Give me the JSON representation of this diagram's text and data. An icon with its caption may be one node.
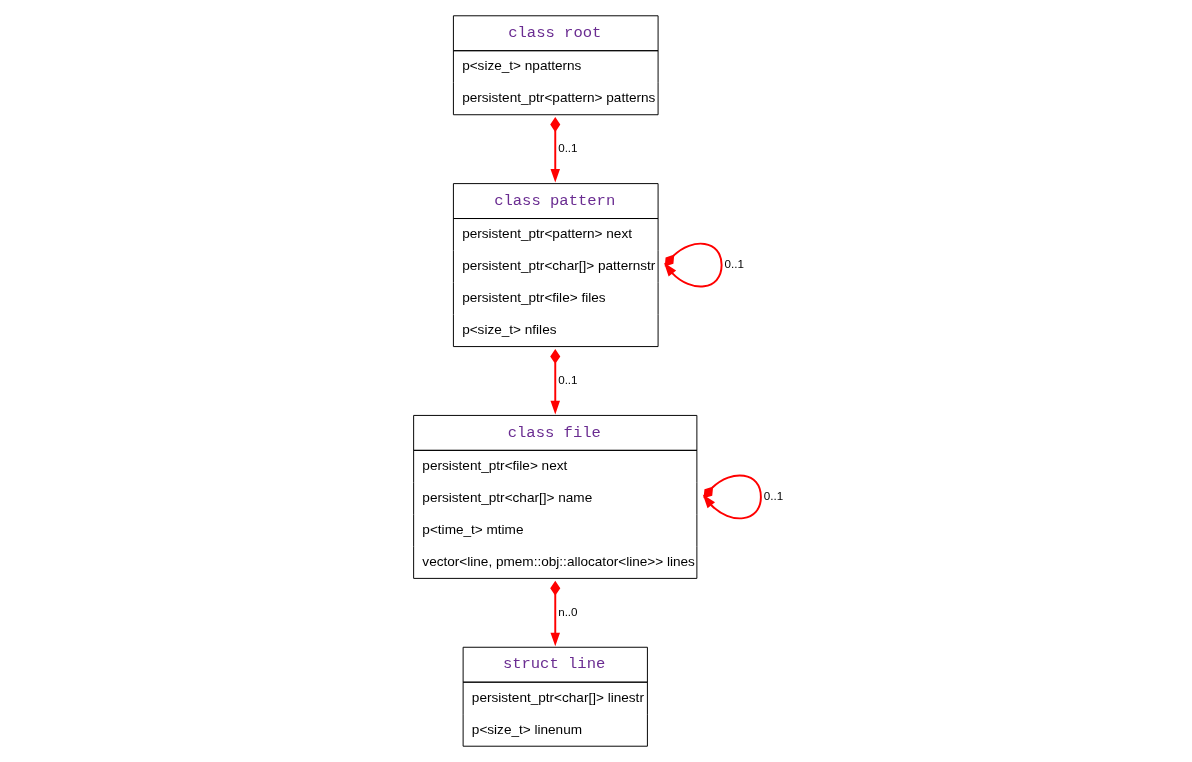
{
  "diagram": {
    "nodes": [
      {
        "text": [
          "class root",
          "p<size_t> npatterns",
          "persistent_ptr<pattern> patterns"
        ]
      },
      {
        "text": [
          "class pattern",
          "persistent_ptr<pattern> next",
          "persistent_ptr<char[]> patternstr",
          "persistent_ptr<file> files",
          "p<size_t> nfiles"
        ]
      },
      {
        "text": [
          "class file",
          "persistent_ptr<file> next",
          "persistent_ptr<char[]> name",
          "p<time_t> mtime",
          "vector<line, pmem::obj::allocator<line>> lines"
        ]
      },
      {
        "text": [
          "struct line",
          "persistent_ptr<char[]> linestr",
          "p<size_t> linenum"
        ]
      }
    ],
    "edges": [
      {
        "from": 0,
        "to": 1,
        "arrow": "to",
        "label": "0..1"
      },
      {
        "from": 1,
        "to": 1,
        "arrow": "to",
        "label": "0..1"
      },
      {
        "from": 1,
        "to": 2,
        "arrow": "to",
        "label": "0..1"
      },
      {
        "from": 2,
        "to": 2,
        "arrow": "to",
        "label": "0..1"
      },
      {
        "from": 2,
        "to": 3,
        "arrow": "to",
        "label": "n..0"
      }
    ]
  }
}
